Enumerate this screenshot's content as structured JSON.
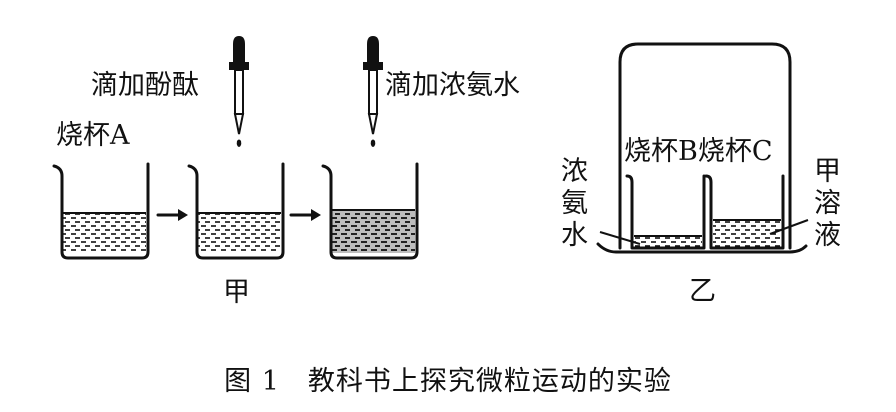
{
  "labels": {
    "beaker_a": "烧杯A",
    "add_phenol": "滴加酚酞",
    "add_ammonia": "滴加浓氨水",
    "group_jia": "甲",
    "beaker_bc": "烧杯B烧杯C",
    "conc_ammonia": [
      "浓",
      "氨",
      "水"
    ],
    "jia_solution": [
      "甲",
      "溶",
      "液"
    ],
    "group_yi": "乙"
  },
  "caption": "图 1　教科书上探究微粒运动的实验"
}
